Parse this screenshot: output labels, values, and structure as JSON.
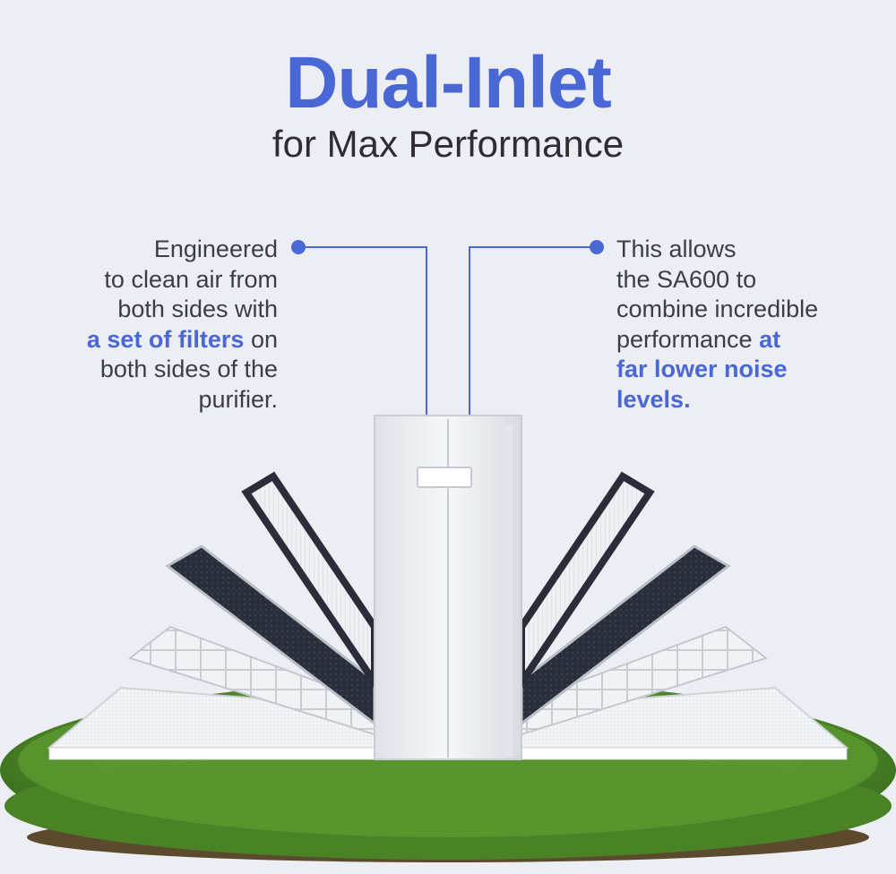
{
  "heading": {
    "title": "Dual-Inlet",
    "subtitle": "for Max Performance"
  },
  "left_callout": {
    "lines": [
      "Engineered",
      "to clean air from",
      "both sides with"
    ],
    "highlight": "a set of filters",
    "after_highlight": " on",
    "tail_lines": [
      "both sides of the",
      "purifier."
    ]
  },
  "right_callout": {
    "lines": [
      "This allows",
      "the SA600 to",
      "combine incredible",
      "performance "
    ],
    "highlight_1": "at",
    "highlight_2": "far lower noise",
    "highlight_3": "levels."
  },
  "colors": {
    "accent": "#4a67d6",
    "text": "#3d3d44",
    "background": "#eceef4",
    "grass": "#4f8a2a"
  },
  "illustration": {
    "description_icon": "air-purifier-with-filters-on-grass"
  }
}
